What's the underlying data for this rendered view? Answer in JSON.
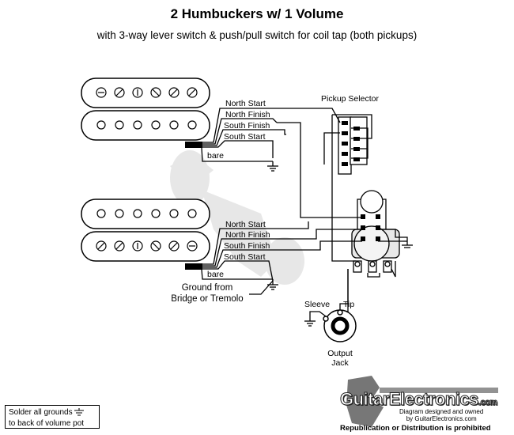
{
  "header": {
    "title": "2 Humbuckers w/ 1 Volume",
    "subtitle": "with 3-way lever switch & push/pull switch for coil tap (both pickups)"
  },
  "neck_pickup": {
    "wires": [
      "North Start",
      "North Finish",
      "South Finish",
      "South Start"
    ],
    "bare_label": "bare"
  },
  "bridge_pickup": {
    "wires": [
      "North Start",
      "North Finish",
      "South Finish",
      "South Start"
    ],
    "bare_label": "bare"
  },
  "pickup_selector_label": "Pickup Selector",
  "ground_label_line1": "Ground from",
  "ground_label_line2": "Bridge or Tremolo",
  "jack": {
    "sleeve_label": "Sleeve",
    "tip_label": "Tip",
    "name_line1": "Output",
    "name_line2": "Jack"
  },
  "note": {
    "line1": "Solder all grounds",
    "line2": "to back of volume pot"
  },
  "footer": {
    "brand": "GuitarElectronics",
    "brand_suffix": ".com",
    "credit_line1": "Diagram designed and owned",
    "credit_line2": "by GuitarElectronics.com",
    "rights": "Republication or Distribution is prohibited"
  },
  "colors": {
    "wire": "#000000",
    "pickup_fill": "#ffffff",
    "watermark": "#cfcfcf"
  }
}
